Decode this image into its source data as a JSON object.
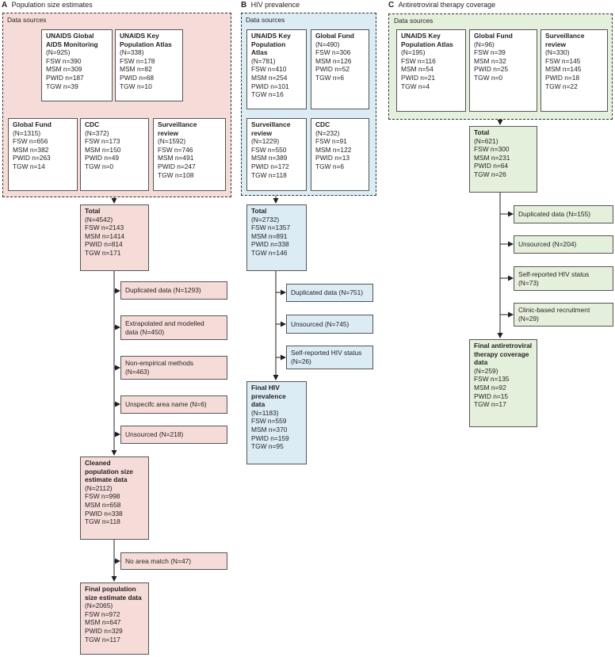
{
  "sections": {
    "A": {
      "letter": "A",
      "title": "Population size estimates",
      "data_sources_label": "Data sources",
      "sources": [
        {
          "title": [
            "UNAIDS Global",
            "AIDS Monitoring"
          ],
          "lines": [
            "(N=925)",
            "FSW n=390",
            "MSM n=309",
            "PWID n=187",
            "TGW n=39"
          ]
        },
        {
          "title": [
            "UNAIDS Key",
            "Population Atlas"
          ],
          "lines": [
            "(N=338)",
            "FSW n=178",
            "MSM n=82",
            "PWID n=68",
            "TGW n=10"
          ]
        },
        {
          "title": [
            "Global Fund"
          ],
          "lines": [
            "(N=1315)",
            "FSW n=656",
            "MSM n=382",
            "PWID n=263",
            "TGW n=14"
          ]
        },
        {
          "title": [
            "CDC"
          ],
          "lines": [
            "(N=372)",
            "FSW n=173",
            "MSM n=150",
            "PWID n=49",
            "TGW n=0"
          ]
        },
        {
          "title": [
            "Surveillance",
            "review"
          ],
          "lines": [
            "(N=1592)",
            "FSW n=746",
            "MSM n=491",
            "PWID n=247",
            "TGW n=108"
          ]
        }
      ],
      "total": {
        "title": [
          "Total"
        ],
        "lines": [
          "(N=4542)",
          "FSW n=2143",
          "MSM n=1414",
          "PWID n=814",
          "TGW n=171"
        ]
      },
      "exclusions1": [
        [
          "Duplicated data (N=1293)"
        ],
        [
          "Extrapolated and modelled",
          "data (N=450)"
        ],
        [
          "Non-empirical methods",
          "(N=463)"
        ],
        [
          "Unspecifc area name (N=6)"
        ],
        [
          "Unsourced (N=218)"
        ]
      ],
      "cleaned": {
        "title": [
          "Cleaned",
          "population size",
          "estimate data"
        ],
        "lines": [
          "(N=2112)",
          "FSW n=998",
          "MSM n=658",
          "PWID n=338",
          "TGW n=118"
        ]
      },
      "exclusions2": [
        [
          "No area match (N=47)"
        ]
      ],
      "final": {
        "title": [
          "Final population",
          "size estimate data"
        ],
        "lines": [
          "(N=2065)",
          "FSW n=972",
          "MSM n=647",
          "PWID n=329",
          "TGW n=117"
        ]
      }
    },
    "B": {
      "letter": "B",
      "title": "HIV prevalence",
      "data_sources_label": "Data sources",
      "sources": [
        {
          "title": [
            "UNAIDS Key",
            "Population",
            "Atlas"
          ],
          "lines": [
            "(N=781)",
            "FSW n=410",
            "MSM n=254",
            "PWID n=101",
            "TGW n=16"
          ]
        },
        {
          "title": [
            "Global Fund"
          ],
          "lines": [
            "(N=490)",
            "FSW n=306",
            "MSM n=126",
            "PWID n=52",
            "TGW n=6"
          ]
        },
        {
          "title": [
            "Surveillance",
            "review"
          ],
          "lines": [
            "(N=1229)",
            "FSW n=550",
            "MSM n=389",
            "PWID n=172",
            "TGW n=118"
          ]
        },
        {
          "title": [
            "CDC"
          ],
          "lines": [
            "(N=232)",
            "FSW n=91",
            "MSM n=122",
            "PWID n=13",
            "TGW n=6"
          ]
        }
      ],
      "total": {
        "title": [
          "Total"
        ],
        "lines": [
          "(N=2732)",
          "FSW n=1357",
          "MSM n=891",
          "PWID n=338",
          "TGW n=146"
        ]
      },
      "exclusions": [
        [
          "Duplicated data (N=751)"
        ],
        [
          "Unsourced (N=745)"
        ],
        [
          "Self-reported HIV status",
          "(N=26)"
        ]
      ],
      "final": {
        "title": [
          "Final HIV",
          "prevalence",
          "data"
        ],
        "lines": [
          "(N=1183)",
          "FSW n=559",
          "MSM n=370",
          "PWID n=159",
          "TGW n=95"
        ]
      }
    },
    "C": {
      "letter": "C",
      "title": "Antiretroviral therapy coverage",
      "data_sources_label": "Data sources",
      "sources": [
        {
          "title": [
            "UNAIDS Key",
            "Population Atlas"
          ],
          "lines": [
            "(N=195)",
            "FSW n=116",
            "MSM n=54",
            "PWID n=21",
            "TGW n=4"
          ]
        },
        {
          "title": [
            "Global Fund"
          ],
          "lines": [
            "(N=96)",
            "FSW n=39",
            "MSM n=32",
            "PWID n=25",
            "TGW n=0"
          ]
        },
        {
          "title": [
            "Surveillance",
            "review"
          ],
          "lines": [
            "(N=330)",
            "FSW n=145",
            "MSM n=145",
            "PWID n=18",
            "TGW n=22"
          ]
        }
      ],
      "total": {
        "title": [
          "Total"
        ],
        "lines": [
          "(N=621)",
          "FSW n=300",
          "MSM n=231",
          "PWID n=64",
          "TGW n=26"
        ]
      },
      "exclusions": [
        [
          "Duplicated data (N=155)"
        ],
        [
          "Unsourced (N=204)"
        ],
        [
          "Self-reported HIV status",
          "(N=73)"
        ],
        [
          "Clinic-based recruitment",
          "(N=29)"
        ]
      ],
      "final": {
        "title": [
          "Final antiretroviral",
          "therapy coverage",
          "data"
        ],
        "lines": [
          "(N=259)",
          "FSW n=135",
          "MSM n=92",
          "PWID n=15",
          "TGW n=17"
        ]
      }
    }
  }
}
